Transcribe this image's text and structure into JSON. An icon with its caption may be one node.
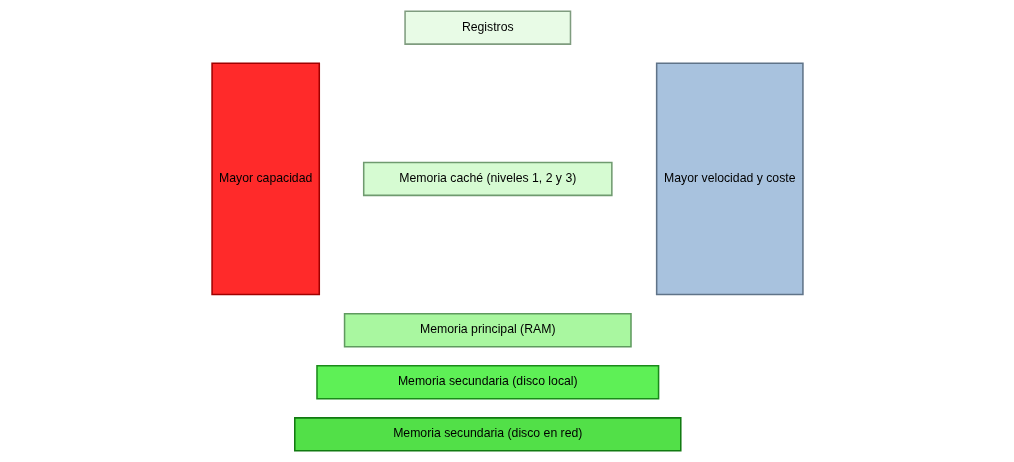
{
  "diagram": {
    "nodes": [
      {
        "text": [
          "Mayor capacidad"
        ]
      },
      {
        "text": [
          "Registros"
        ]
      },
      {
        "text": [
          "Memoria caché (niveles 1, 2 y 3)"
        ]
      },
      {
        "text": [
          "Memoria principal (RAM)"
        ]
      },
      {
        "text": [
          "Memoria secundaria (disco local)"
        ]
      },
      {
        "text": [
          "Memoria secundaria (disco en red)"
        ]
      },
      {
        "text": [
          "Mayor velocidad y coste"
        ]
      }
    ]
  }
}
